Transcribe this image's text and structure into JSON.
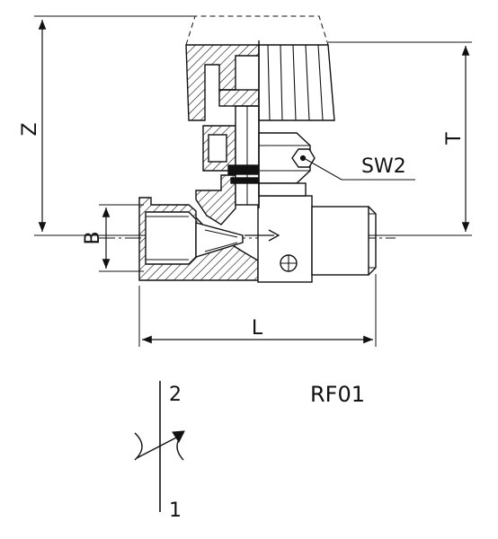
{
  "drawing": {
    "dimensions": {
      "z": "Z",
      "t": "T",
      "b": "B",
      "l": "L",
      "sw2": "SW2"
    },
    "model_code": "RF01",
    "symbol": {
      "port_top": "2",
      "port_bottom": "1"
    },
    "colors": {
      "line": "#111111",
      "background": "#ffffff"
    }
  }
}
